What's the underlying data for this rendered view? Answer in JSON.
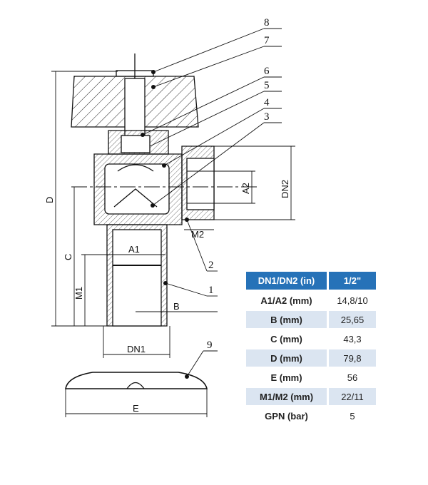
{
  "drawing": {
    "parts": [
      "1",
      "2",
      "3",
      "4",
      "5",
      "6",
      "7",
      "8",
      "9"
    ],
    "dims": {
      "D": "D",
      "C": "C",
      "M1": "M1",
      "A1": "A1",
      "B": "B",
      "DN1": "DN1",
      "E": "E",
      "A2": "A2",
      "DN2": "DN2",
      "M2": "M2"
    }
  },
  "table": {
    "header": {
      "label": "DN1/DN2 (in)",
      "value": "1/2\""
    },
    "rows": [
      {
        "label": "A1/A2 (mm)",
        "value": "14,8/10"
      },
      {
        "label": "B (mm)",
        "value": "25,65"
      },
      {
        "label": "C (mm)",
        "value": "43,3"
      },
      {
        "label": "D (mm)",
        "value": "79,8"
      },
      {
        "label": "E (mm)",
        "value": "56"
      },
      {
        "label": "M1/M2 (mm)",
        "value": "22/11"
      },
      {
        "label": "GPN (bar)",
        "value": "5"
      }
    ]
  },
  "colors": {
    "header": "#2672b8",
    "stripe": "#dbe5f1"
  }
}
